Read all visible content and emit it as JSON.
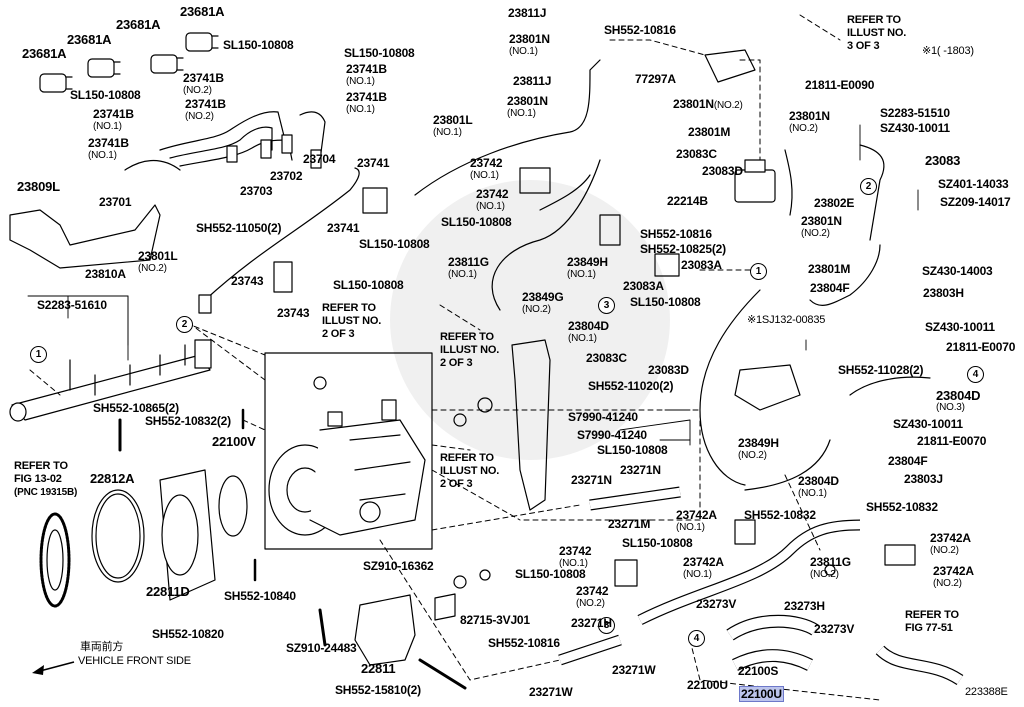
{
  "diagram": {
    "figure_code": "223388E",
    "note": {
      "line1": "※1(      -1803)",
      "cross": "※1SJ132-00835"
    },
    "front": {
      "jp": "車両前方",
      "en": "VEHICLE FRONT SIDE"
    },
    "circled": [
      "1",
      "2",
      "3",
      "4"
    ],
    "refs": {
      "fig13": [
        "REFER TO",
        "FIG 13-02",
        "(PNC 19315B)"
      ],
      "illust3": [
        "REFER TO",
        "ILLUST NO.",
        "3 OF 3"
      ],
      "illust2a": [
        "REFER TO",
        "ILLUST NO.",
        "2 OF 3"
      ],
      "illust2b": [
        "REFER TO",
        "ILLUST NO.",
        "2 OF 3"
      ],
      "illust2c": [
        "REFER TO",
        "ILLUST NO.",
        "2 OF 3"
      ],
      "fig77": [
        "REFER TO",
        "FIG 77-51"
      ]
    },
    "parts": [
      {
        "num": "23681A",
        "sub": ""
      },
      {
        "num": "23681A",
        "sub": ""
      },
      {
        "num": "23681A",
        "sub": ""
      },
      {
        "num": "23681A",
        "sub": ""
      },
      {
        "num": "SL150-10808",
        "sub": ""
      },
      {
        "num": "SL150-10808",
        "sub": ""
      },
      {
        "num": "SL150-10808",
        "sub": ""
      },
      {
        "num": "23741B",
        "sub": "(NO.2)"
      },
      {
        "num": "23741B",
        "sub": "(NO.2)"
      },
      {
        "num": "23741B",
        "sub": "(NO.1)"
      },
      {
        "num": "23741B",
        "sub": "(NO.1)"
      },
      {
        "num": "23741B",
        "sub": "(NO.1)"
      },
      {
        "num": "23741B",
        "sub": "(NO.1)"
      },
      {
        "num": "23704",
        "sub": ""
      },
      {
        "num": "23702",
        "sub": ""
      },
      {
        "num": "23703",
        "sub": ""
      },
      {
        "num": "23701",
        "sub": ""
      },
      {
        "num": "23809L",
        "sub": ""
      },
      {
        "num": "SH552-11050(2)",
        "sub": ""
      },
      {
        "num": "23741",
        "sub": ""
      },
      {
        "num": "23741",
        "sub": ""
      },
      {
        "num": "SL150-10808",
        "sub": ""
      },
      {
        "num": "23801L",
        "sub": "(NO.2)"
      },
      {
        "num": "23810A",
        "sub": ""
      },
      {
        "num": "23743",
        "sub": ""
      },
      {
        "num": "23743",
        "sub": ""
      },
      {
        "num": "SL150-10808",
        "sub": ""
      },
      {
        "num": "S2283-51610",
        "sub": ""
      },
      {
        "num": "SH552-10865(2)",
        "sub": ""
      },
      {
        "num": "SH552-10832(2)",
        "sub": ""
      },
      {
        "num": "22100V",
        "sub": ""
      },
      {
        "num": "22812A",
        "sub": ""
      },
      {
        "num": "22811D",
        "sub": ""
      },
      {
        "num": "SH552-10820",
        "sub": ""
      },
      {
        "num": "SH552-10840",
        "sub": ""
      },
      {
        "num": "SZ910-16362",
        "sub": ""
      },
      {
        "num": "SL150-10808",
        "sub": ""
      },
      {
        "num": "82715-3VJ01",
        "sub": ""
      },
      {
        "num": "SH552-10816",
        "sub": ""
      },
      {
        "num": "SZ910-24483",
        "sub": ""
      },
      {
        "num": "22811",
        "sub": ""
      },
      {
        "num": "SH552-15810(2)",
        "sub": ""
      },
      {
        "num": "23811J",
        "sub": ""
      },
      {
        "num": "23801N",
        "sub": "(NO.1)"
      },
      {
        "num": "SH552-10816",
        "sub": ""
      },
      {
        "num": "23811J",
        "sub": ""
      },
      {
        "num": "23801N",
        "sub": "(NO.1)"
      },
      {
        "num": "77297A",
        "sub": ""
      },
      {
        "num": "23801L",
        "sub": "(NO.1)"
      },
      {
        "num": "23742",
        "sub": "(NO.1)"
      },
      {
        "num": "23742",
        "sub": "(NO.1)"
      },
      {
        "num": "SL150-10808",
        "sub": ""
      },
      {
        "num": "23801N",
        "sub": "(NO.2)"
      },
      {
        "num": "23801M",
        "sub": ""
      },
      {
        "num": "23083C",
        "sub": ""
      },
      {
        "num": "23083D",
        "sub": ""
      },
      {
        "num": "22214B",
        "sub": ""
      },
      {
        "num": "21811-E0090",
        "sub": ""
      },
      {
        "num": "S2283-51510",
        "sub": ""
      },
      {
        "num": "SZ430-10011",
        "sub": ""
      },
      {
        "num": "23801N",
        "sub": "(NO.2)"
      },
      {
        "num": "23083",
        "sub": ""
      },
      {
        "num": "SZ401-14033",
        "sub": ""
      },
      {
        "num": "SZ209-14017",
        "sub": ""
      },
      {
        "num": "23802E",
        "sub": ""
      },
      {
        "num": "23801N",
        "sub": "(NO.2)"
      },
      {
        "num": "SH552-10825(2)",
        "sub": ""
      },
      {
        "num": "23801M",
        "sub": ""
      },
      {
        "num": "SZ430-14003",
        "sub": ""
      },
      {
        "num": "23804F",
        "sub": ""
      },
      {
        "num": "23803H",
        "sub": ""
      },
      {
        "num": "SZ430-10011",
        "sub": ""
      },
      {
        "num": "21811-E0070",
        "sub": ""
      },
      {
        "num": "23811G",
        "sub": "(NO.1)"
      },
      {
        "num": "SH552-10816",
        "sub": ""
      },
      {
        "num": "23849H",
        "sub": "(NO.1)"
      },
      {
        "num": "23083A",
        "sub": ""
      },
      {
        "num": "23083A",
        "sub": ""
      },
      {
        "num": "SL150-10808",
        "sub": ""
      },
      {
        "num": "23849G",
        "sub": "(NO.2)"
      },
      {
        "num": "23804D",
        "sub": "(NO.1)"
      },
      {
        "num": "23083C",
        "sub": ""
      },
      {
        "num": "23083D",
        "sub": ""
      },
      {
        "num": "SH552-11020(2)",
        "sub": ""
      },
      {
        "num": "S7990-41240",
        "sub": ""
      },
      {
        "num": "S7990-41240",
        "sub": ""
      },
      {
        "num": "SL150-10808",
        "sub": ""
      },
      {
        "num": "23849H",
        "sub": "(NO.2)"
      },
      {
        "num": "SH552-11028(2)",
        "sub": ""
      },
      {
        "num": "23804D",
        "sub": "(NO.3)"
      },
      {
        "num": "SZ430-10011",
        "sub": ""
      },
      {
        "num": "21811-E0070",
        "sub": ""
      },
      {
        "num": "23804F",
        "sub": ""
      },
      {
        "num": "23803J",
        "sub": ""
      },
      {
        "num": "23804D",
        "sub": "(NO.1)"
      },
      {
        "num": "23271N",
        "sub": ""
      },
      {
        "num": "23271N",
        "sub": ""
      },
      {
        "num": "23271M",
        "sub": ""
      },
      {
        "num": "23742A",
        "sub": "(NO.1)"
      },
      {
        "num": "SH552-10832",
        "sub": ""
      },
      {
        "num": "SH552-10832",
        "sub": ""
      },
      {
        "num": "23742A",
        "sub": "(NO.2)"
      },
      {
        "num": "23742A",
        "sub": "(NO.2)"
      },
      {
        "num": "23742",
        "sub": "(NO.1)"
      },
      {
        "num": "SL150-10808",
        "sub": ""
      },
      {
        "num": "23742A",
        "sub": "(NO.1)"
      },
      {
        "num": "23811G",
        "sub": "(NO.2)"
      },
      {
        "num": "23742",
        "sub": "(NO.2)"
      },
      {
        "num": "23273V",
        "sub": ""
      },
      {
        "num": "23273H",
        "sub": ""
      },
      {
        "num": "23271H",
        "sub": ""
      },
      {
        "num": "23273V",
        "sub": ""
      },
      {
        "num": "23271W",
        "sub": ""
      },
      {
        "num": "23271W",
        "sub": ""
      },
      {
        "num": "22100U",
        "sub": ""
      },
      {
        "num": "22100S",
        "sub": ""
      },
      {
        "num": "22100U",
        "sub": ""
      }
    ]
  }
}
